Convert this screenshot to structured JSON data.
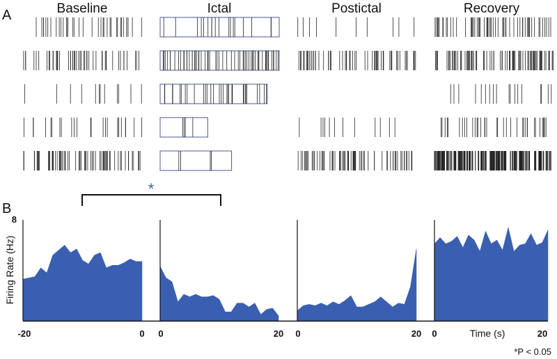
{
  "panel_labels": {
    "a": "A",
    "b": "B"
  },
  "significance": {
    "marker": "*",
    "note": "*P < 0.05"
  },
  "chart_data": [
    {
      "type": "raster",
      "panel": "A",
      "title": "",
      "columns": [
        "Baseline",
        "Ictal",
        "Postictal",
        "Recovery"
      ],
      "rows": 5,
      "spike_rates_hz": [
        [
          3,
          4,
          1,
          2,
          6
        ],
        [
          1.5,
          5,
          3,
          0.8,
          0.6
        ],
        [
          0.8,
          5,
          0,
          1,
          6
        ],
        [
          5,
          7,
          1.5,
          3,
          14
        ]
      ],
      "box_extent_fraction": [
        [
          1,
          1,
          1,
          1,
          1
        ],
        [
          1,
          1,
          0.9,
          0.4,
          0.6
        ],
        [
          1,
          1,
          1,
          1,
          1
        ],
        [
          1,
          1,
          1,
          1,
          1
        ]
      ],
      "colors": {
        "spike": "#222222",
        "box": "#4a5a9a"
      }
    },
    {
      "type": "area",
      "panel": "B",
      "ylabel": "Firing Rate (Hz)",
      "ylim": [
        0,
        8
      ],
      "yticks": [
        8
      ],
      "xlabel": "Time (s)",
      "color": "#3a5fb0",
      "series": [
        {
          "name": "Baseline",
          "xlim": [
            -20,
            0
          ],
          "xticks": [
            -20,
            0
          ],
          "x": [
            -20,
            -19,
            -18,
            -17,
            -16,
            -15,
            -14,
            -13,
            -12,
            -11,
            -10,
            -9,
            -8,
            -7,
            -6,
            -5,
            -4,
            -3,
            -2,
            -1,
            0
          ],
          "values": [
            3.3,
            3.4,
            3.5,
            4.2,
            3.8,
            5.2,
            5.6,
            6.0,
            5.4,
            5.7,
            4.8,
            4.5,
            5.2,
            5.4,
            4.2,
            4.4,
            4.4,
            4.6,
            4.9,
            4.7,
            4.7
          ]
        },
        {
          "name": "Ictal",
          "xlim": [
            0,
            20
          ],
          "xticks": [
            0,
            20
          ],
          "x": [
            0,
            1,
            2,
            3,
            4,
            5,
            6,
            7,
            8,
            9,
            10,
            11,
            12,
            13,
            14,
            15,
            16,
            17,
            18,
            19,
            20
          ],
          "values": [
            4.3,
            3.4,
            3.1,
            1.5,
            2.1,
            1.9,
            2.1,
            1.9,
            1.9,
            2.0,
            1.7,
            0.7,
            0.7,
            1.4,
            1.4,
            1.1,
            1.4,
            0.5,
            0.9,
            1.0,
            0.4
          ]
        },
        {
          "name": "Postictal",
          "xlim": [
            0,
            20
          ],
          "xticks": [
            0,
            20
          ],
          "x": [
            0,
            1,
            2,
            3,
            4,
            5,
            6,
            7,
            8,
            9,
            10,
            11,
            12,
            13,
            14,
            15,
            16,
            17,
            18,
            19,
            20
          ],
          "values": [
            0.8,
            1.2,
            1.3,
            1.2,
            1.4,
            1.2,
            1.5,
            1.3,
            1.6,
            2.0,
            1.1,
            1.1,
            1.3,
            1.5,
            1.9,
            1.5,
            1.1,
            1.4,
            1.3,
            2.7,
            5.7
          ]
        },
        {
          "name": "Recovery",
          "xlim": [
            0,
            20
          ],
          "xticks": [
            0,
            20
          ],
          "x": [
            0,
            1,
            2,
            3,
            4,
            5,
            6,
            7,
            8,
            9,
            10,
            11,
            12,
            13,
            14,
            15,
            16,
            17,
            18,
            19,
            20
          ],
          "values": [
            6.1,
            6.6,
            6.1,
            6.3,
            6.7,
            5.8,
            6.8,
            6.4,
            5.5,
            7.1,
            6.1,
            6.4,
            5.6,
            7.4,
            5.5,
            6.0,
            6.1,
            6.9,
            6.0,
            6.2,
            7.2
          ]
        }
      ],
      "comparison_bracket": {
        "from": "Baseline",
        "to": "Ictal",
        "label": "*"
      }
    }
  ]
}
